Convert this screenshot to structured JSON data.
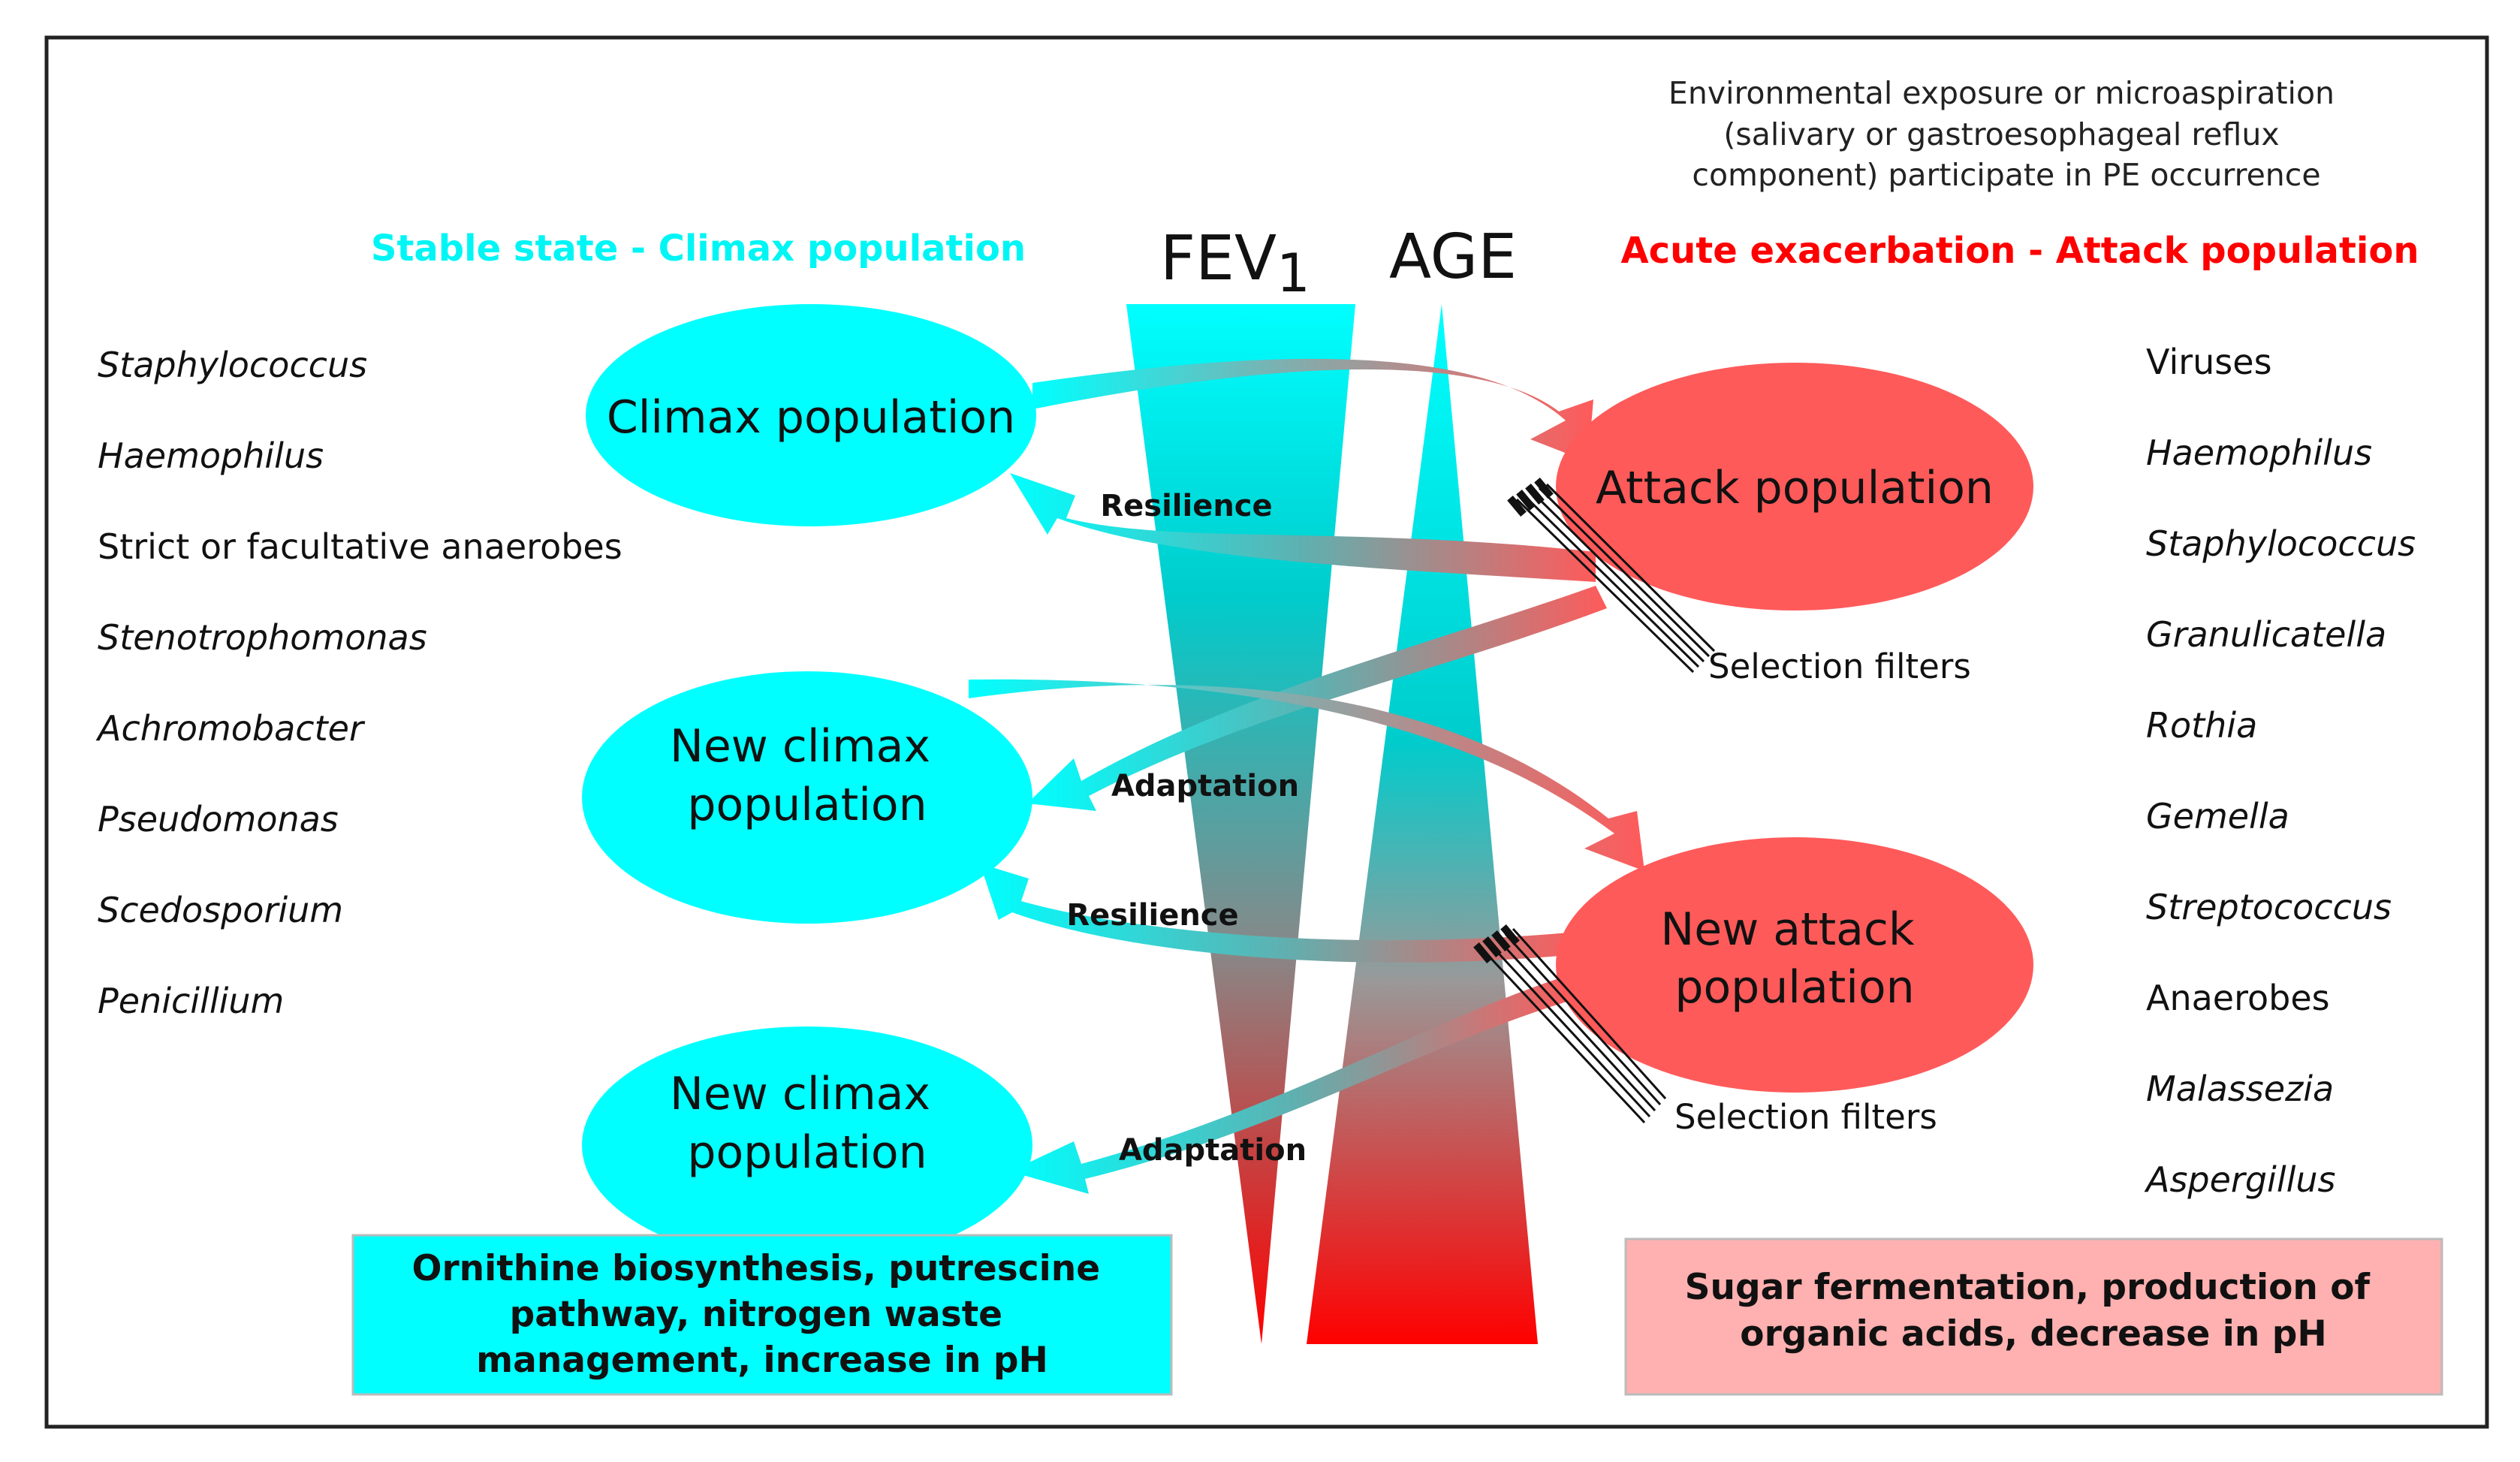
{
  "env_note": [
    "Environmental exposure or microaspiration",
    "(salivary or gastroesophageal reflux",
    "component) participate in PE occurrence"
  ],
  "stable_title": "Stable state - Climax population",
  "acute_title": "Acute exacerbation - Attack population",
  "fev_label_main": "FEV",
  "fev_label_sub": "1",
  "age_label": "AGE",
  "left_list": [
    {
      "text": "Staphylococcus",
      "italic": true
    },
    {
      "text": "Haemophilus",
      "italic": true
    },
    {
      "text": "Strict or facultative anaerobes",
      "italic": false
    },
    {
      "text": "Stenotrophomonas",
      "italic": true
    },
    {
      "text": "Achromobacter",
      "italic": true
    },
    {
      "text": "Pseudomonas",
      "italic": true
    },
    {
      "text": "Scedosporium",
      "italic": true
    },
    {
      "text": "Penicillium",
      "italic": true
    }
  ],
  "right_list": [
    {
      "text": "Viruses",
      "italic": false
    },
    {
      "text": "Haemophilus",
      "italic": true
    },
    {
      "text": "Staphylococcus",
      "italic": true
    },
    {
      "text": "Granulicatella",
      "italic": true
    },
    {
      "text": "Rothia",
      "italic": true
    },
    {
      "text": "Gemella",
      "italic": true
    },
    {
      "text": "Streptococcus",
      "italic": true
    },
    {
      "text": "Anaerobes",
      "italic": false
    },
    {
      "text": "Malassezia",
      "italic": true
    },
    {
      "text": "Aspergillus",
      "italic": true
    }
  ],
  "climax1": [
    "Climax population"
  ],
  "climax2": [
    "New climax",
    "population"
  ],
  "climax3": [
    "New climax",
    "population"
  ],
  "attack1": [
    "Attack population"
  ],
  "attack2": [
    "New attack",
    "population"
  ],
  "arrow_labels": {
    "resilience1": "Resilience",
    "adaptation1": "Adaptation",
    "resilience2": "Resilience",
    "adaptation2": "Adaptation"
  },
  "selection_filters_1": "Selection filters",
  "selection_filters_2": "Selection filters",
  "bottom_left_box": [
    "Ornithine biosynthesis, putrescine",
    "pathway, nitrogen waste",
    "management, increase in pH"
  ],
  "bottom_right_box": [
    "Sugar fermentation, production of",
    "organic acids, decrease in pH"
  ],
  "colors": {
    "cyan": "#00FFFF",
    "red": "#FF5A5A",
    "title_red": "#FF0000",
    "box_pink": "#FFB0B0"
  }
}
